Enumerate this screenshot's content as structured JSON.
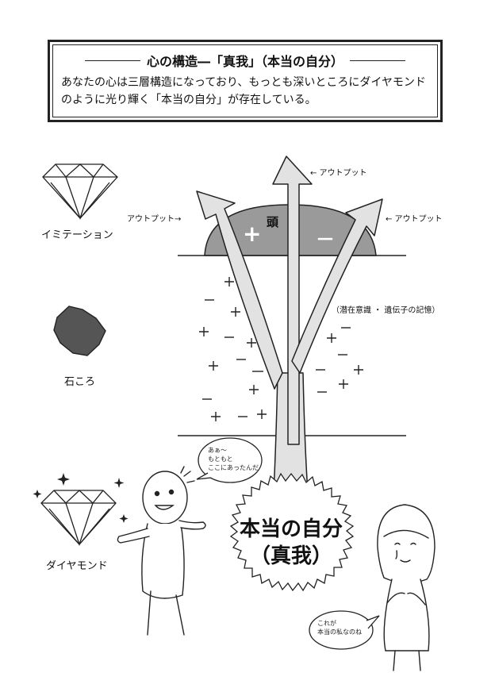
{
  "header": {
    "title": "心の構造―「真我」（本当の自分）",
    "body": "あなたの心は三層構造になっており、もっとも深いところにダイヤモンドのように光り輝く「本当の自分」が存在している。"
  },
  "arrows": {
    "output_left": "アウトプット→",
    "output_top": "← アウトプット",
    "output_right": "← アウトプット"
  },
  "layers": {
    "head": "頭",
    "head_plus": "+",
    "head_minus": "－",
    "subconscious": "（潜在意識 ・ 遺伝子の記憶）"
  },
  "core": {
    "line1": "本当の自分",
    "line2": "（真我）"
  },
  "left_column": {
    "imitation": "イミテーション",
    "stone": "石ころ",
    "diamond": "ダイヤモンド"
  },
  "speech": {
    "boy": [
      "あぁ～",
      "もともと",
      "ここにあったんだ"
    ],
    "girl": [
      "これが",
      "本当の私なのね"
    ]
  },
  "colors": {
    "head_fill": "#9a9a9a",
    "arrow_fill": "#e2e2e2",
    "stone_fill": "#555555"
  }
}
